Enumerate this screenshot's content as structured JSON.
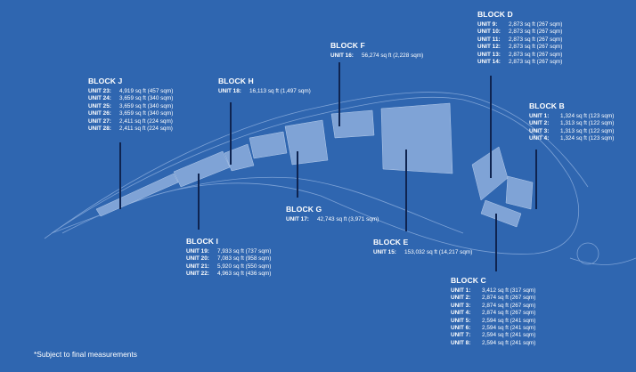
{
  "blocks": {
    "J": {
      "title": "BLOCK J",
      "units": [
        {
          "unit": "UNIT 23:",
          "area": "4,919 sq ft (457 sqm)"
        },
        {
          "unit": "UNIT 24:",
          "area": "3,659 sq ft (340 sqm)"
        },
        {
          "unit": "UNIT 25:",
          "area": "3,659 sq ft (340 sqm)"
        },
        {
          "unit": "UNIT 26:",
          "area": "3,659 sq ft (340 sqm)"
        },
        {
          "unit": "UNIT 27:",
          "area": "2,411 sq ft (224 sqm)"
        },
        {
          "unit": "UNIT 28:",
          "area": "2,411 sq ft (224 sqm)"
        }
      ]
    },
    "H": {
      "title": "BLOCK H",
      "units": [
        {
          "unit": "UNIT 18:",
          "area": "16,113 sq ft (1,497 sqm)"
        }
      ]
    },
    "F": {
      "title": "BLOCK F",
      "units": [
        {
          "unit": "UNIT 16:",
          "area": "56,274 sq ft (2,228 sqm)"
        }
      ]
    },
    "D": {
      "title": "BLOCK D",
      "units": [
        {
          "unit": "UNIT 9:",
          "area": "2,873 sq ft (267 sqm)"
        },
        {
          "unit": "UNIT 10:",
          "area": "2,873 sq ft (267 sqm)"
        },
        {
          "unit": "UNIT 11:",
          "area": "2,873 sq ft (267 sqm)"
        },
        {
          "unit": "UNIT 12:",
          "area": "2,873 sq ft (267 sqm)"
        },
        {
          "unit": "UNIT 13:",
          "area": "2,873 sq ft (267 sqm)"
        },
        {
          "unit": "UNIT 14:",
          "area": "2,873 sq ft (267 sqm)"
        }
      ]
    },
    "B": {
      "title": "BLOCK B",
      "units": [
        {
          "unit": "UNIT 1:",
          "area": "1,324 sq ft (123 sqm)"
        },
        {
          "unit": "UNIT 2:",
          "area": "1,313 sq ft (122 sqm)"
        },
        {
          "unit": "UNIT 3:",
          "area": "1,313 sq ft (122 sqm)"
        },
        {
          "unit": "UNIT 4:",
          "area": "1,324 sq ft (123 sqm)"
        }
      ]
    },
    "G": {
      "title": "BLOCK G",
      "units": [
        {
          "unit": "UNIT 17:",
          "area": "42,743 sq ft (3,971 sqm)"
        }
      ]
    },
    "I": {
      "title": "BLOCK I",
      "units": [
        {
          "unit": "UNIT 19:",
          "area": "7,933 sq ft (737 sqm)"
        },
        {
          "unit": "UNIT 20:",
          "area": "7,083 sq ft (958 sqm)"
        },
        {
          "unit": "UNIT 21:",
          "area": "5,920 sq ft (550 sqm)"
        },
        {
          "unit": "UNIT 22:",
          "area": "4,963 sq ft (436 sqm)"
        }
      ]
    },
    "E": {
      "title": "BLOCK E",
      "units": [
        {
          "unit": "UNIT 15:",
          "area": "153,032 sq ft (14,217 sqm)"
        }
      ]
    },
    "C": {
      "title": "BLOCK C",
      "units": [
        {
          "unit": "UNIT 1:",
          "area": "3,412 sq ft (317 sqm)"
        },
        {
          "unit": "UNIT 2:",
          "area": "2,874 sq ft (267 sqm)"
        },
        {
          "unit": "UNIT 3:",
          "area": "2,874 sq ft (267 sqm)"
        },
        {
          "unit": "UNIT 4:",
          "area": "2,874 sq ft (267 sqm)"
        },
        {
          "unit": "UNIT 5:",
          "area": "2,594 sq ft (241 sqm)"
        },
        {
          "unit": "UNIT 6:",
          "area": "2,594 sq ft (241 sqm)"
        },
        {
          "unit": "UNIT 7:",
          "area": "2,594 sq ft (241 sqm)"
        },
        {
          "unit": "UNIT 8:",
          "area": "2,594 sq ft (241 sqm)"
        }
      ]
    }
  },
  "footnote": "*Subject to final measurements",
  "colors": {
    "background": "#2f66b0",
    "building": "#7fa3d6",
    "leader": "#0f2450"
  }
}
